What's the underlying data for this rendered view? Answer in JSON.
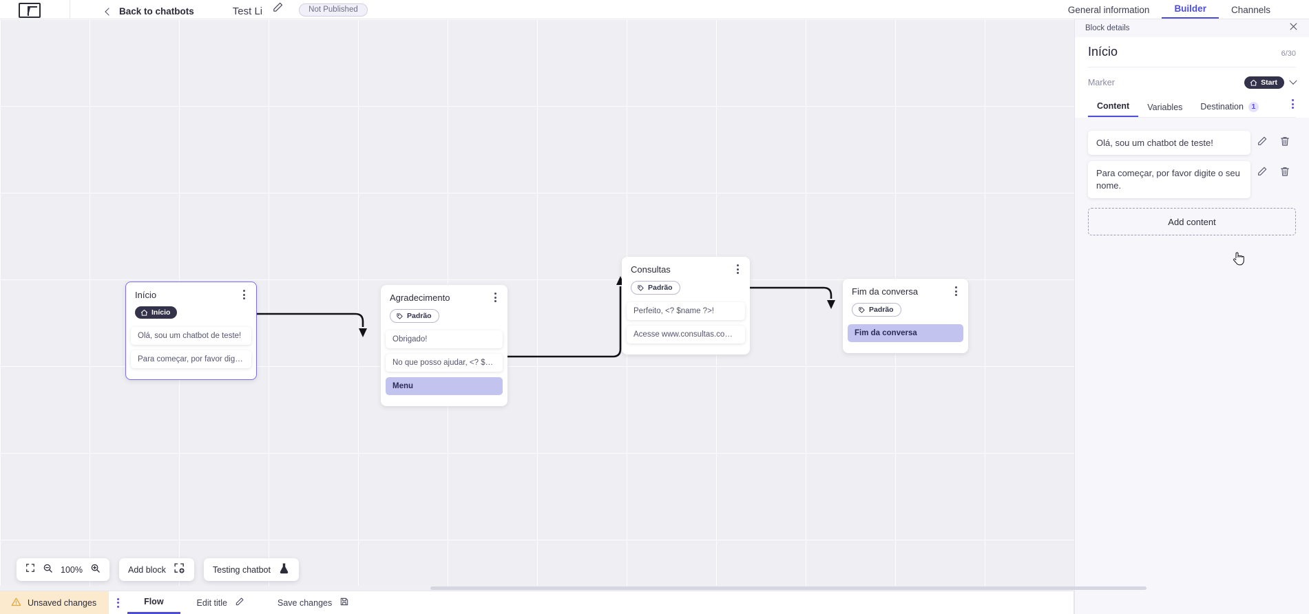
{
  "header": {
    "logo_icon": "brand-logo-icon",
    "back_label": "Back to chatbots",
    "back_icon": "chevron-left-icon",
    "bot_name": "Test Li",
    "edit_icon": "pencil-icon",
    "status_pill": "Not Published",
    "tabs": [
      {
        "label": "General information",
        "active": false
      },
      {
        "label": "Builder",
        "active": true
      },
      {
        "label": "Channels",
        "active": false
      }
    ]
  },
  "canvas": {
    "nodes": [
      {
        "title": "Início",
        "badge": "Início",
        "badge_type": "start",
        "badge_icon": "home-icon",
        "kebab_icon": "kebab-menu-icon",
        "selected": true,
        "rows": [
          {
            "text": "Olá, sou um chatbot de teste!",
            "style": "plain"
          },
          {
            "text": "Para começar, por favor digite o ...",
            "style": "plain"
          }
        ]
      },
      {
        "title": "Agradecimento",
        "badge": "Padrão",
        "badge_type": "default",
        "badge_icon": "tag-icon",
        "kebab_icon": "kebab-menu-icon",
        "selected": false,
        "rows": [
          {
            "text": "Obrigado!",
            "style": "plain"
          },
          {
            "text": "No que posso ajudar, <? $name ...",
            "style": "plain"
          },
          {
            "text": "Menu",
            "style": "menu"
          }
        ]
      },
      {
        "title": "Consultas",
        "badge": "Padrão",
        "badge_type": "default",
        "badge_icon": "tag-icon",
        "kebab_icon": "kebab-menu-icon",
        "selected": false,
        "rows": [
          {
            "text": "Perfeito, <? $name ?>!",
            "style": "plain"
          },
          {
            "text": "Acesse www.consultas.com par...",
            "style": "plain"
          }
        ]
      },
      {
        "title": "Fim da conversa",
        "badge": "Padrão",
        "badge_type": "default",
        "badge_icon": "tag-icon",
        "kebab_icon": "kebab-menu-icon",
        "selected": false,
        "rows": [
          {
            "text": "Fim da conversa",
            "style": "menu"
          }
        ]
      }
    ]
  },
  "toolbar": {
    "fit_icon": "fit-screen-icon",
    "zoom_out_icon": "zoom-out-icon",
    "zoom_level": "100%",
    "zoom_in_icon": "zoom-in-icon",
    "add_block_label": "Add block",
    "add_block_icon": "add-block-icon",
    "testing_label": "Testing chatbot",
    "testing_icon": "flask-icon"
  },
  "panel": {
    "header_label": "Block details",
    "close_icon": "close-icon",
    "title": "Início",
    "counter": "6/30",
    "marker_label": "Marker",
    "marker_value": "Start",
    "marker_icon": "home-icon",
    "marker_chevron_icon": "chevron-down-icon",
    "tabs": [
      {
        "label": "Content",
        "active": true,
        "badge": null
      },
      {
        "label": "Variables",
        "active": false,
        "badge": null
      },
      {
        "label": "Destination",
        "active": false,
        "badge": "1"
      }
    ],
    "kebab_icon": "kebab-menu-icon",
    "contents": [
      {
        "text": "Olá, sou um chatbot de teste!",
        "edit_icon": "pencil-icon",
        "delete_icon": "trash-icon"
      },
      {
        "text": "Para começar, por favor digite o seu nome.",
        "edit_icon": "pencil-icon",
        "delete_icon": "trash-icon"
      }
    ],
    "add_content_label": "Add content"
  },
  "statusbar": {
    "unsaved_label": "Unsaved changes",
    "warning_icon": "warning-triangle-icon",
    "kebab_icon": "kebab-menu-icon",
    "items": [
      {
        "label": "Flow",
        "active": true,
        "icon": null
      },
      {
        "label": "Edit title",
        "active": false,
        "icon": "pencil-icon"
      },
      {
        "label": "Save changes",
        "active": false,
        "icon": "save-icon"
      }
    ]
  },
  "colors": {
    "accent": "#4d4ddb",
    "selected_node_border": "#7b6cf0",
    "menu_row": "#c3c3f0",
    "warning_bg": "#fbeacd",
    "badge_start_bg": "#32324a"
  }
}
